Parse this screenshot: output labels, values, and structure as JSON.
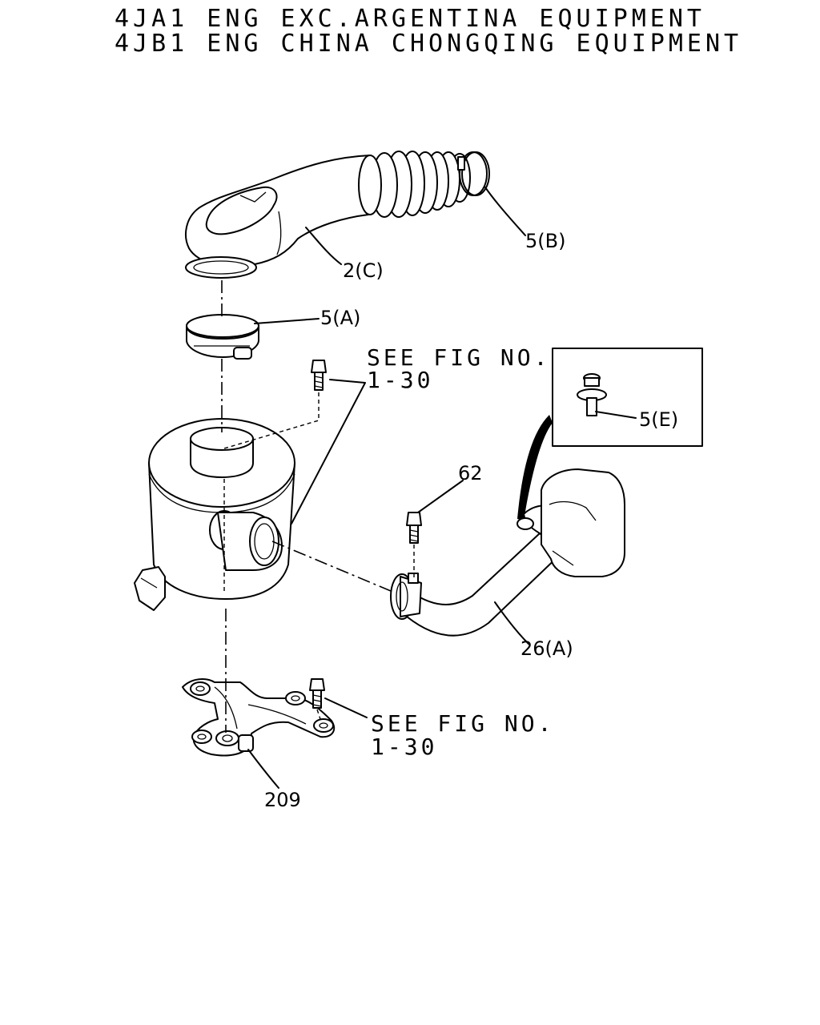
{
  "title": {
    "line1": "4JA1 ENG EXC.ARGENTINA EQUIPMENT",
    "line2": "4JB1 ENG CHINA CHONGQING EQUIPMENT"
  },
  "callouts": {
    "hose_upper": "2(C)",
    "clamp_upper": "5(B)",
    "clamp_lower": "5(A)",
    "clip_inset": "5(E)",
    "bolt": "62",
    "duct": "26(A)",
    "bracket": "209"
  },
  "references": {
    "upper_line1": "SEE FIG NO.",
    "upper_line2": "1-30",
    "lower_line1": "SEE FIG NO.",
    "lower_line2": "1-30"
  }
}
